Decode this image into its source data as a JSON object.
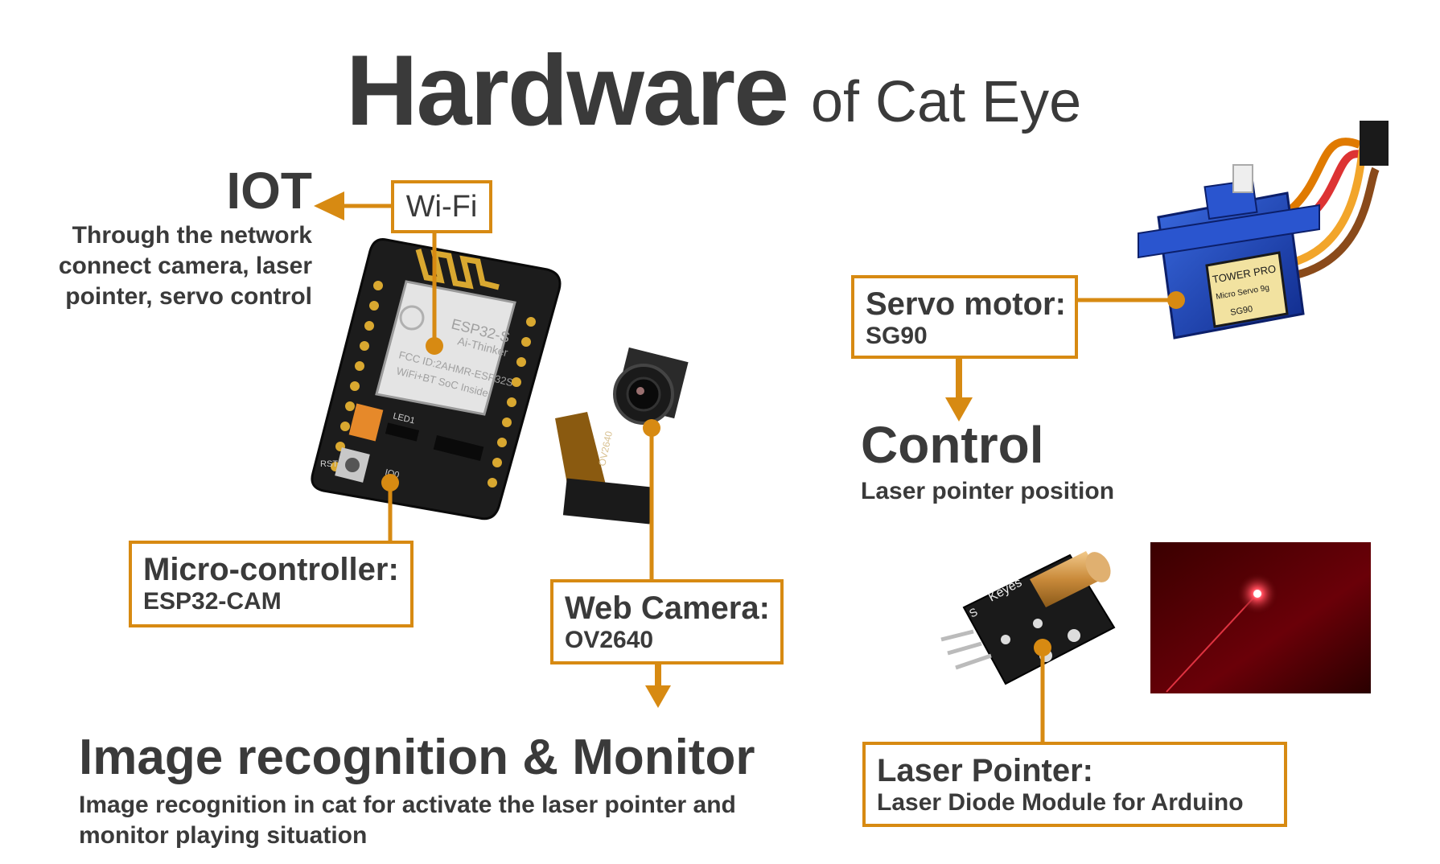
{
  "title": {
    "main": "Hardware",
    "sub": "of Cat Eye"
  },
  "iot": {
    "heading": "IOT",
    "desc_lines": [
      "Through the network",
      "connect camera, laser",
      "pointer, servo control"
    ]
  },
  "wifi": {
    "label": "Wi-Fi"
  },
  "micro": {
    "title": "Micro-controller:",
    "sub": "ESP32-CAM"
  },
  "webcam": {
    "title": "Web Camera:",
    "sub": "OV2640"
  },
  "image_rec": {
    "heading": "Image recognition & Monitor",
    "desc_lines": [
      "Image recognition in cat for activate the laser pointer and",
      "monitor playing situation"
    ]
  },
  "servo": {
    "title": "Servo motor:",
    "sub": "SG90"
  },
  "control": {
    "heading": "Control",
    "desc": "Laser pointer position"
  },
  "laser": {
    "title": "Laser Pointer:",
    "sub": "Laser Diode Module for Arduino"
  },
  "board_text": {
    "module": "ESP32-S",
    "module2": "Ai-Thinker",
    "fcc": "FCC ID:2AHMR-ESP32S",
    "wifi_bt": "WiFi+BT SoC Inside",
    "led": "LED1",
    "rst": "RST",
    "io0": "IO0"
  },
  "camera_text": {
    "label": "OV2640"
  },
  "servo_text": {
    "brand": "TOWER PRO",
    "model": "Micro Servo 9g",
    "code": "SG90"
  },
  "laser_text": {
    "brand": "Keyes",
    "pin": "S"
  },
  "colors": {
    "accent": "#d78a12",
    "text": "#3a3a3a",
    "board": "#1f1f1f",
    "servo_blue": "#1a3fae",
    "laser_bg": "#4a0000",
    "laser_dot": "#ff2a3a"
  }
}
